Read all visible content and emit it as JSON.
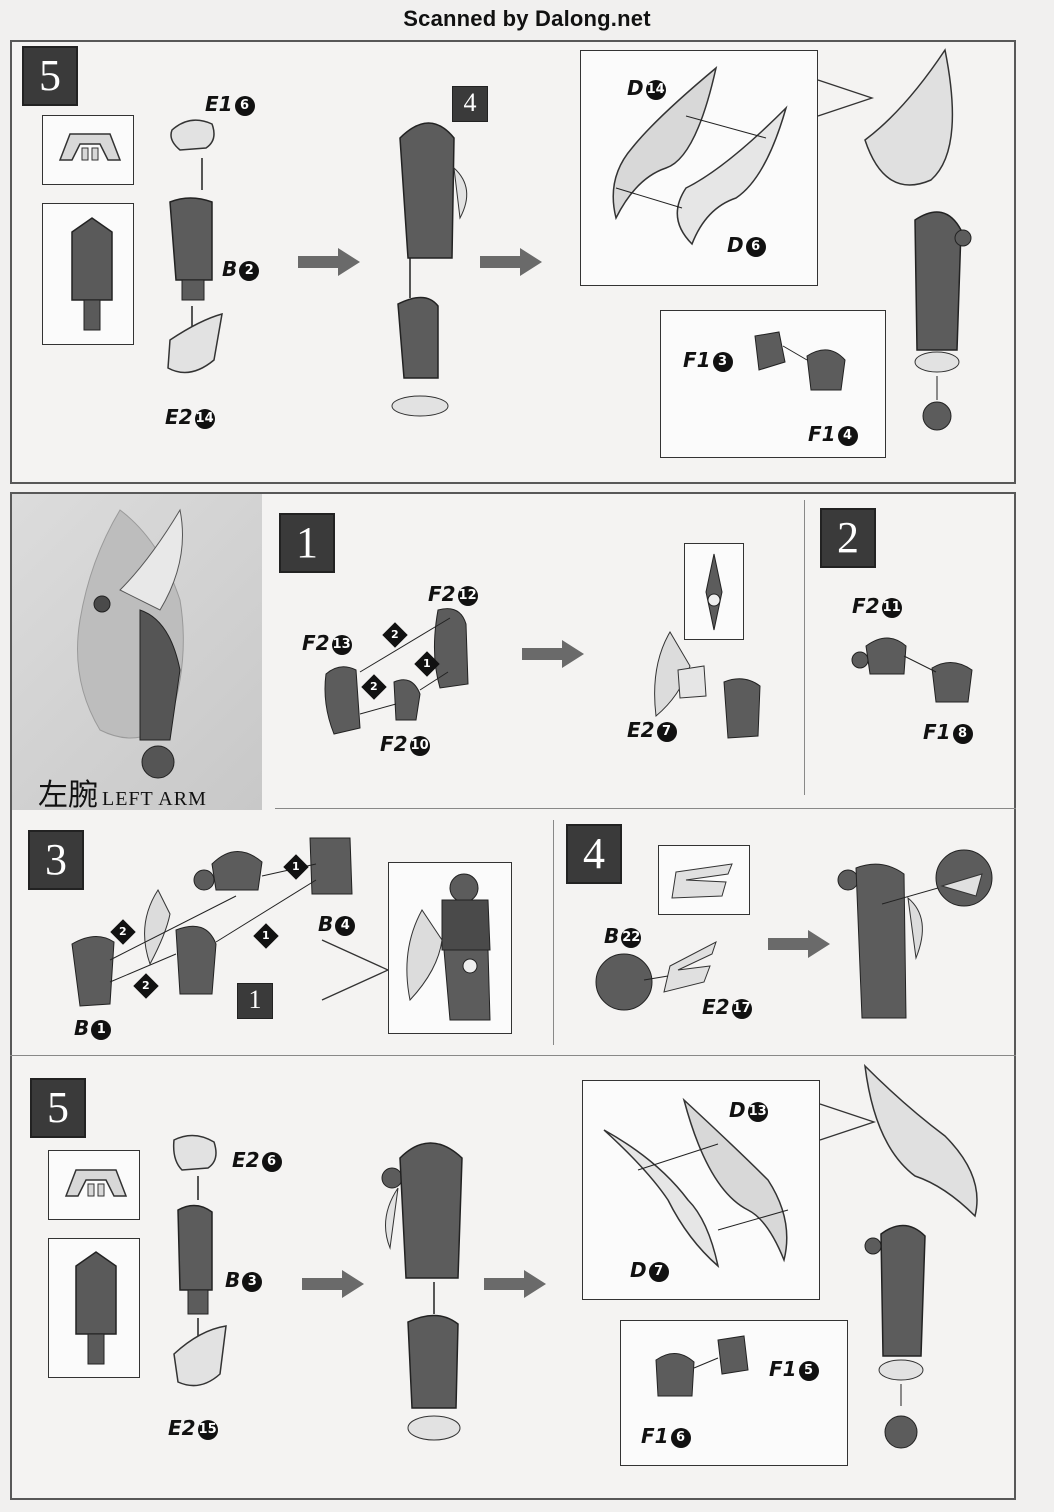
{
  "watermark": "Scanned by Dalong.net",
  "section_top": {
    "step": "5",
    "labels": {
      "e16": {
        "letter": "E1",
        "num": "6"
      },
      "b2": {
        "letter": "B",
        "num": "2"
      },
      "e214": {
        "letter": "E2",
        "num": "14"
      },
      "d14": {
        "letter": "D",
        "num": "14"
      },
      "d6": {
        "letter": "D",
        "num": "6"
      },
      "f13": {
        "letter": "F1",
        "num": "3"
      },
      "f14": {
        "letter": "F1",
        "num": "4"
      }
    },
    "sub_step": "4"
  },
  "left_arm": {
    "title_jp": "左腕",
    "title_en": "LEFT ARM",
    "step1": {
      "step": "1",
      "labels": {
        "f212": {
          "letter": "F2",
          "num": "12"
        },
        "f213": {
          "letter": "F2",
          "num": "13"
        },
        "f210": {
          "letter": "F2",
          "num": "10"
        },
        "e27": {
          "letter": "E2",
          "num": "7"
        }
      },
      "order": [
        "2",
        "1",
        "2"
      ]
    },
    "step2": {
      "step": "2",
      "labels": {
        "f211": {
          "letter": "F2",
          "num": "11"
        },
        "f18": {
          "letter": "F1",
          "num": "8"
        }
      }
    },
    "step3": {
      "step": "3",
      "labels": {
        "b4": {
          "letter": "B",
          "num": "4"
        },
        "b1": {
          "letter": "B",
          "num": "1"
        }
      },
      "sub_step": "1",
      "order": [
        "1",
        "2",
        "1",
        "2"
      ]
    },
    "step4": {
      "step": "4",
      "labels": {
        "b22": {
          "letter": "B",
          "num": "22"
        },
        "e217": {
          "letter": "E2",
          "num": "17"
        }
      }
    },
    "step5": {
      "step": "5",
      "labels": {
        "e26": {
          "letter": "E2",
          "num": "6"
        },
        "b3": {
          "letter": "B",
          "num": "3"
        },
        "e215": {
          "letter": "E2",
          "num": "15"
        },
        "d13": {
          "letter": "D",
          "num": "13"
        },
        "d7": {
          "letter": "D",
          "num": "7"
        },
        "f15": {
          "letter": "F1",
          "num": "5"
        },
        "f16": {
          "letter": "F1",
          "num": "6"
        }
      }
    }
  }
}
